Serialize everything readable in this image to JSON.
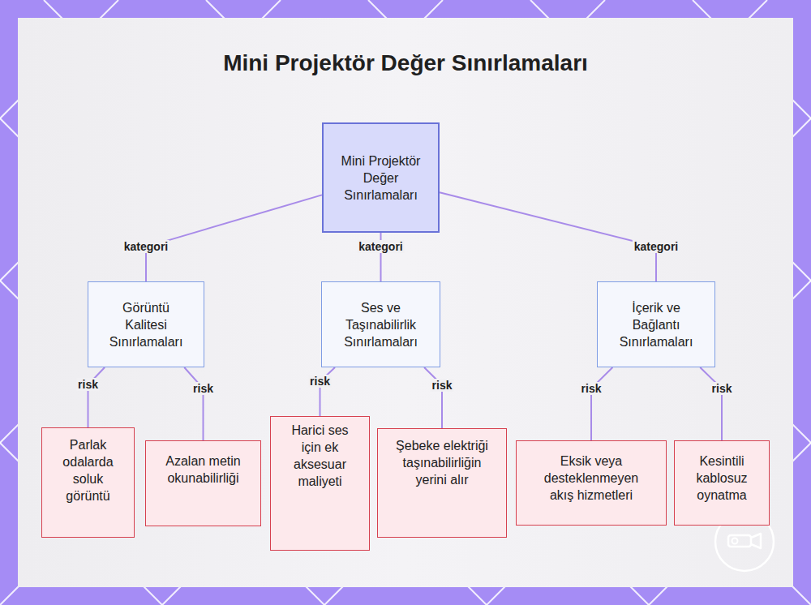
{
  "diagram": {
    "title": "Mini Projektör Değer Sınırlamaları",
    "nodes": [
      {
        "text": [
          "Mini Projektör Değer Sınırlamaları"
        ]
      },
      {
        "text": [
          "Görüntü Kalitesi Sınırlamaları"
        ]
      },
      {
        "text": [
          "Ses ve Taşınabilirlik Sınırlamaları"
        ]
      },
      {
        "text": [
          "İçerik ve Bağlantı Sınırlamaları"
        ]
      },
      {
        "text": [
          "Parlak odalarda soluk görüntü"
        ]
      },
      {
        "text": [
          "Azalan metin okunabilirliği"
        ]
      },
      {
        "text": [
          "Harici ses için ek aksesuar maliyeti"
        ]
      },
      {
        "text": [
          "Şebeke elektriği taşınabilirliğin yerini alır"
        ]
      },
      {
        "text": [
          "Eksik veya desteklenmeyen akış hizmetleri"
        ]
      },
      {
        "text": [
          "Kesintili kablosuz oynatma"
        ]
      }
    ],
    "edges": [
      {
        "from": 0,
        "to": 1,
        "label": "kategori",
        "arrow": "none"
      },
      {
        "from": 0,
        "to": 2,
        "label": "kategori",
        "arrow": "none"
      },
      {
        "from": 0,
        "to": 3,
        "label": "kategori",
        "arrow": "none"
      },
      {
        "from": 1,
        "to": 4,
        "label": "risk",
        "arrow": "none"
      },
      {
        "from": 1,
        "to": 5,
        "label": "risk",
        "arrow": "none"
      },
      {
        "from": 2,
        "to": 6,
        "label": "risk",
        "arrow": "none"
      },
      {
        "from": 2,
        "to": 7,
        "label": "risk",
        "arrow": "none"
      },
      {
        "from": 3,
        "to": 8,
        "label": "risk",
        "arrow": "none"
      },
      {
        "from": 3,
        "to": 9,
        "label": "risk",
        "arrow": "none"
      }
    ]
  }
}
